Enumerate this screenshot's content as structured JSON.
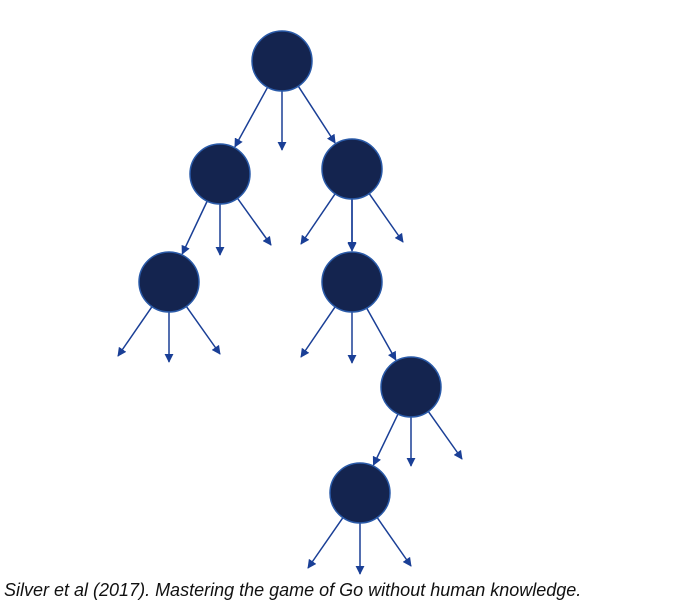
{
  "caption": "Silver et al (2017). Mastering the game of Go without human knowledge.",
  "colors": {
    "node_fill": "#14244f",
    "node_stroke": "#2a5aa8",
    "edge": "#1a3f96"
  },
  "tree": {
    "nodes": [
      {
        "id": "root"
      },
      {
        "id": "left-child"
      },
      {
        "id": "right-child"
      },
      {
        "id": "left-grandchild"
      },
      {
        "id": "right-grandchild"
      },
      {
        "id": "level-3-node"
      },
      {
        "id": "level-4-node"
      }
    ],
    "edges": [
      {
        "from": "root",
        "to": "left-child"
      },
      {
        "from": "root",
        "to": "right-child"
      },
      {
        "from": "left-child",
        "to": "left-grandchild"
      },
      {
        "from": "right-child",
        "to": "right-grandchild"
      },
      {
        "from": "right-grandchild",
        "to": "level-3-node"
      },
      {
        "from": "level-3-node",
        "to": "level-4-node"
      }
    ]
  }
}
